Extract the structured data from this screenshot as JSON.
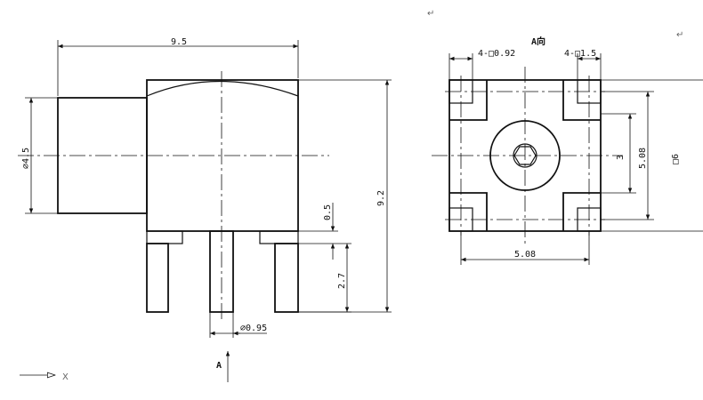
{
  "side_view": {
    "dim_width": "9.5",
    "dim_diameter": "⌀4.5",
    "dim_gap": "0.5",
    "dim_pin_length": "2.7",
    "dim_height": "9.2",
    "dim_pin_diameter": "⌀0.95"
  },
  "view_a": {
    "title": "A向",
    "dim_pad_left": "4-□0.92",
    "dim_pad_right": "4-□1.5",
    "dim_pitch_inner": "3",
    "dim_pitch_outer": "5.08",
    "dim_body_square": "□6",
    "dim_pitch_bottom": "5.08"
  },
  "arrow_label": "A",
  "axis_label": "X",
  "return_mark": "↵"
}
